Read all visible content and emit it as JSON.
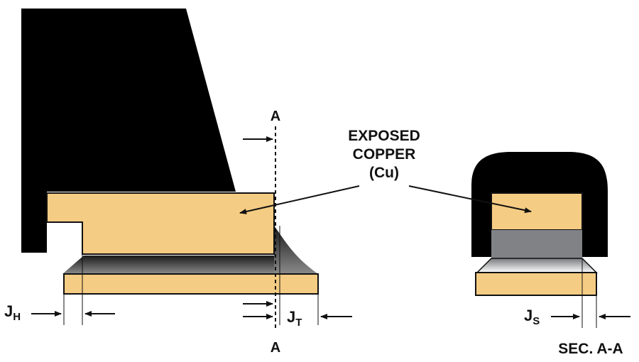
{
  "labels": {
    "section_top": "A",
    "section_bottom": "A",
    "exposed_line1": "EXPOSED",
    "exposed_line2": "COPPER",
    "exposed_line3": "(Cu)",
    "jh_main": "J",
    "jh_sub": "H",
    "jt_main": "J",
    "jt_sub": "T",
    "js_main": "J",
    "js_sub": "S",
    "section_caption": "SEC. A-A"
  },
  "colors": {
    "copper": "#f5cc83",
    "black": "#000000",
    "solder_grey": "#808285",
    "outline": "#111111"
  }
}
